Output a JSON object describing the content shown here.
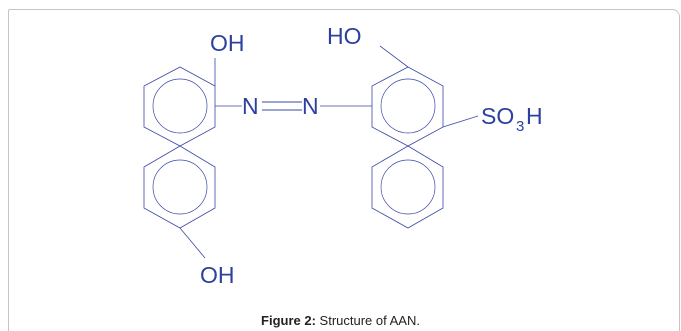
{
  "diagram": {
    "labels": {
      "oh_top_left": "OH",
      "oh_bottom_left": "OH",
      "ho_top_right": "HO",
      "n_left": "N",
      "n_right": "N",
      "so3h_main": "SO",
      "so3h_sub": "3",
      "so3h_h": "H"
    }
  },
  "caption": {
    "label": "Figure 2:",
    "text": " Structure of AAN."
  },
  "colors": {
    "structure": "#3a49a6",
    "caption_text": "#222222",
    "frame_border": "#c4c4c4"
  }
}
